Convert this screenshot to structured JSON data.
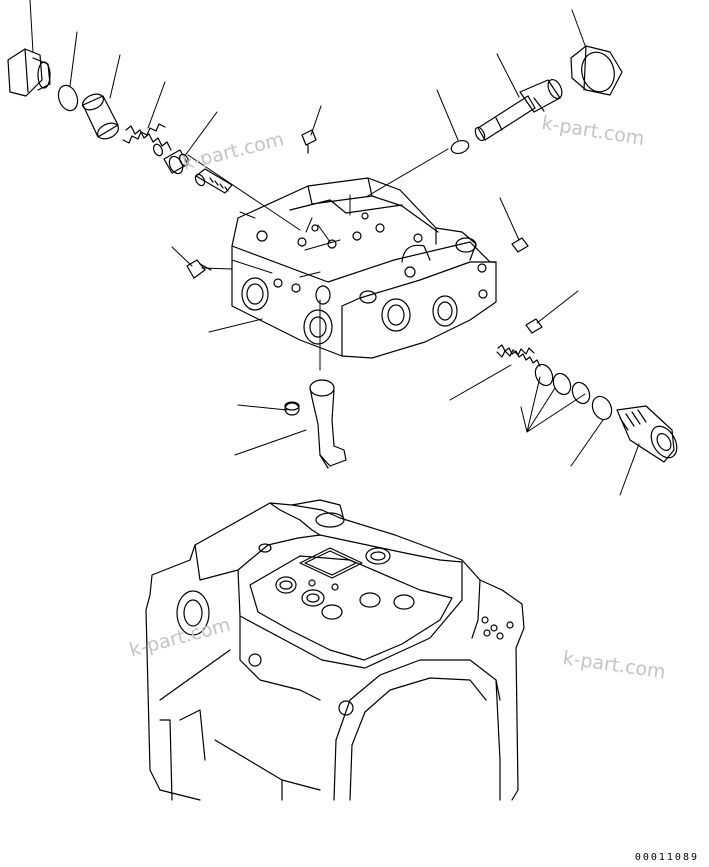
{
  "diagram": {
    "drawing_number": "00011089",
    "watermarks": [
      "k-part.com",
      "k-part.com",
      "k-part.com",
      "k-part.com"
    ],
    "colors": {
      "line": "#000000",
      "watermark": "#c4c4c4",
      "background": "#ffffff"
    }
  }
}
